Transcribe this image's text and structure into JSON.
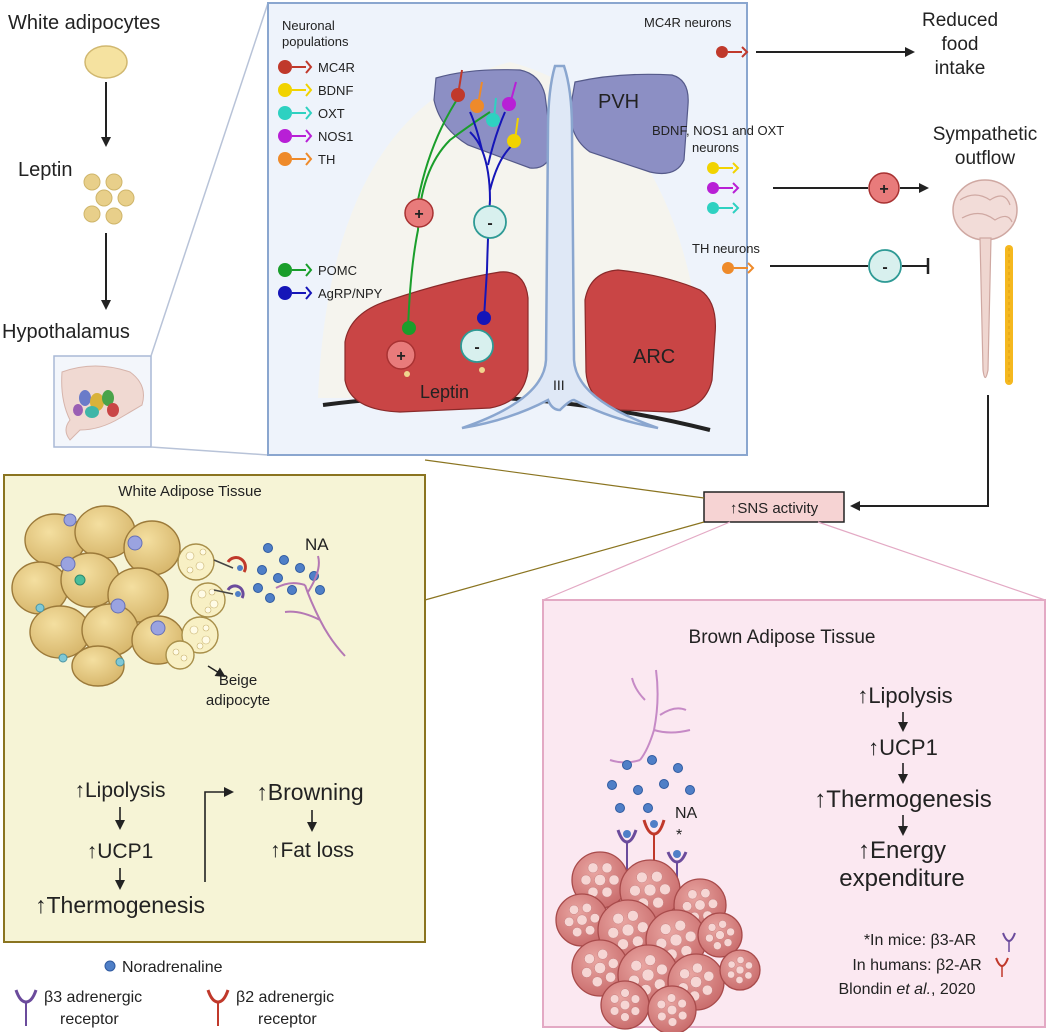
{
  "pathway": {
    "white_adipocytes": "White adipocytes",
    "leptin": "Leptin",
    "hypothalamus": "Hypothalamus"
  },
  "hypothalamus_panel": {
    "legend_title_line1": "Neuronal",
    "legend_title_line2": "populations",
    "legend_items": [
      {
        "label": "MC4R",
        "color": "#c0392b"
      },
      {
        "label": "BDNF",
        "color": "#f1d300"
      },
      {
        "label": "OXT",
        "color": "#2ed1c1"
      },
      {
        "label": "NOS1",
        "color": "#b81fd6"
      },
      {
        "label": "TH",
        "color": "#ee8a2a"
      }
    ],
    "legend_items2": [
      {
        "label": "POMC",
        "color": "#1a9e2b"
      },
      {
        "label": "AgRP/NPY",
        "color": "#1515b8"
      }
    ],
    "pvh_label": "PVH",
    "arc_label": "ARC",
    "ventricle_label": "III",
    "leptin_label": "Leptin",
    "plus_sign": "+",
    "minus_sign": "-"
  },
  "outputs": {
    "mc4r_label": "MC4R neurons",
    "bdnf_label_line1": "BDNF, NOS1 and OXT",
    "bdnf_label_line2": "neurons",
    "th_label": "TH neurons",
    "reduced_line1": "Reduced",
    "reduced_line2": "food",
    "reduced_line3": "intake",
    "sympathetic_line1": "Sympathetic",
    "sympathetic_line2": "outflow"
  },
  "sns_box": "↑SNS activity",
  "wat_panel": {
    "title": "White Adipose Tissue",
    "na": "NA",
    "beige_line1": "Beige",
    "beige_line2": "adipocyte",
    "lipolysis": "↑Lipolysis",
    "ucp1": "↑UCP1",
    "thermogenesis": "↑Thermogenesis",
    "browning": "↑Browning",
    "fat_loss": "↑Fat loss"
  },
  "bat_panel": {
    "title": "Brown Adipose Tissue",
    "na": "NA",
    "asterisk": "*",
    "lipolysis": "↑Lipolysis",
    "ucp1": "↑UCP1",
    "thermogenesis": "↑Thermogenesis",
    "energy_line1": "↑Energy",
    "energy_line2": "expenditure",
    "note_mice": "*In mice: β3-AR",
    "note_humans": "In humans: β2-AR",
    "note_ref_prefix": "Blondin ",
    "note_ref_italic": "et al.",
    "note_ref_suffix": ", 2020"
  },
  "legend": {
    "noradrenaline": "Noradrenaline",
    "b3_line1": "β3 adrenergic",
    "b3_line2": "receptor",
    "b2_line1": "β2 adrenergic",
    "b2_line2": "receptor"
  },
  "colors": {
    "hypothalamus_bg": "#eef3fb",
    "pvh": "#8c8fc4",
    "arc": "#c94545",
    "wat_bg": "#f6f4d6",
    "wat_border": "#8a7420",
    "bat_bg": "#fbe8f1",
    "bat_border": "#e3a9c4",
    "sns_box": "#f6d3d3",
    "na_dot": "#4f7fc7",
    "b3_receptor": "#6b4b9c",
    "b2_receptor": "#c0392b"
  }
}
